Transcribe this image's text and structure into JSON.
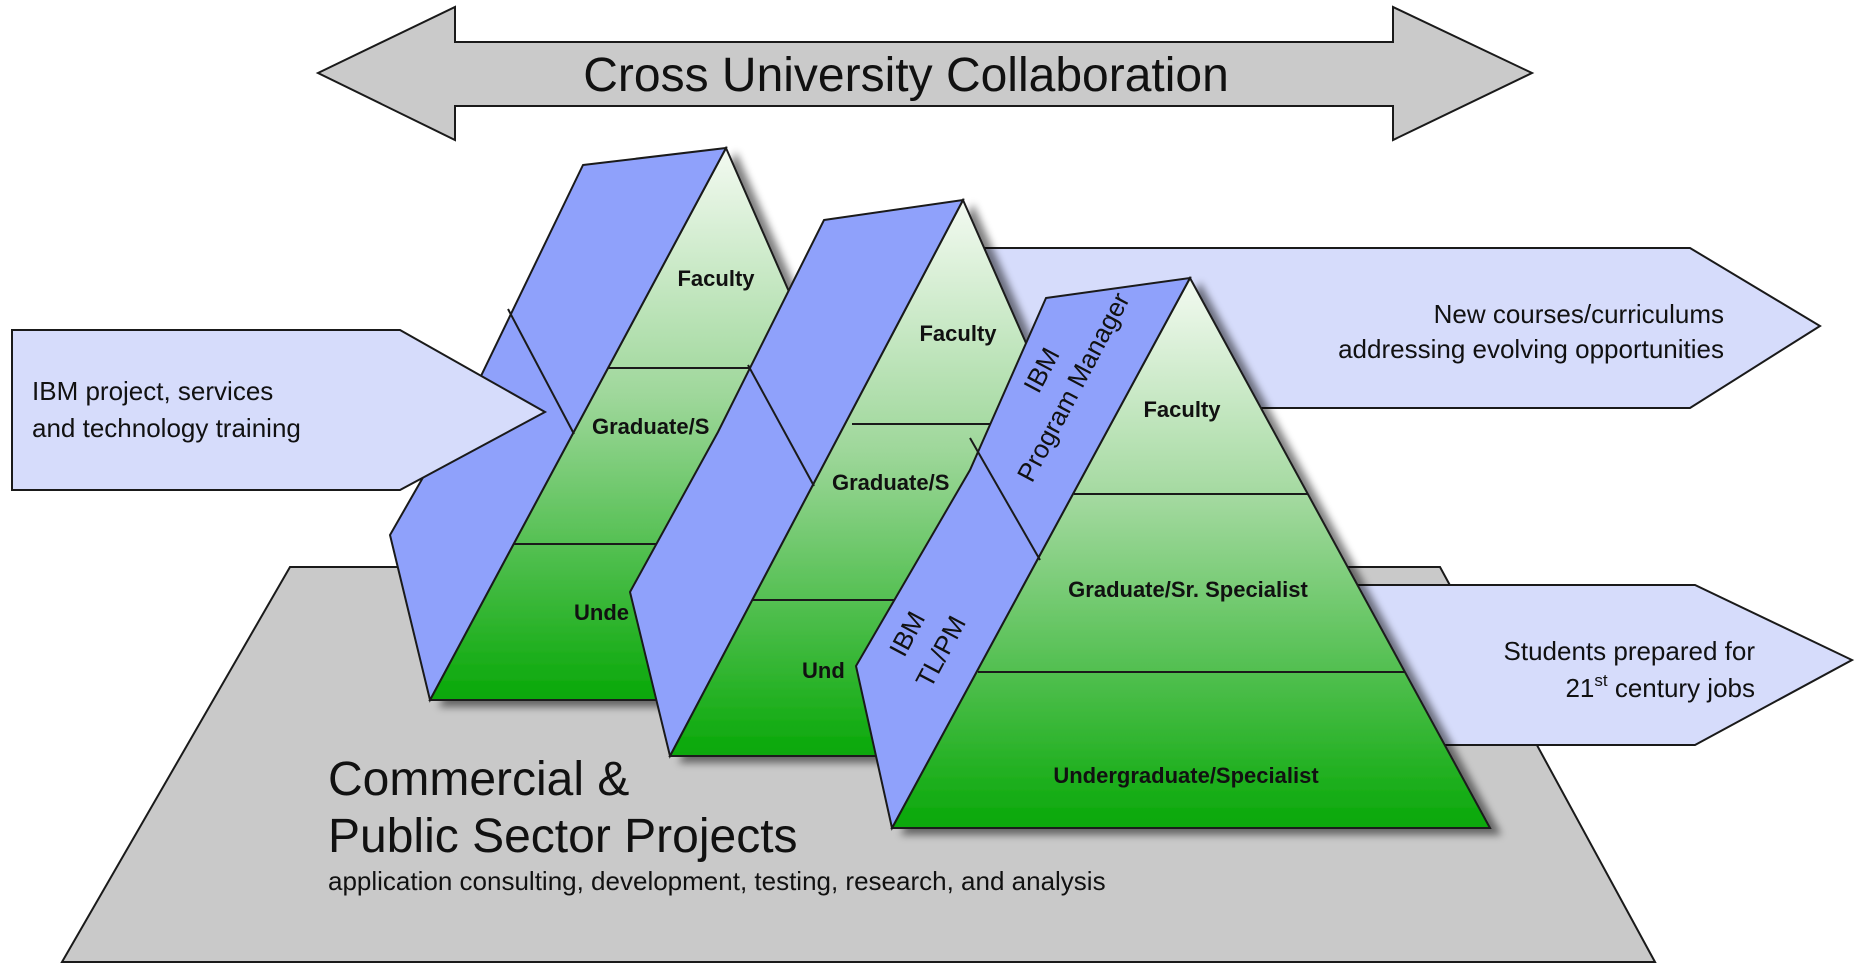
{
  "top_arrow": {
    "label": "Cross University Collaboration"
  },
  "base": {
    "title_line1": "Commercial &",
    "title_line2": "Public Sector Projects",
    "subtitle": "application consulting, development, testing, research, and analysis"
  },
  "left_input": {
    "line1": "IBM project, services",
    "line2": "and technology training"
  },
  "right_output_top": {
    "line1": "New courses/curriculums",
    "line2": "addressing evolving opportunities"
  },
  "right_output_bottom": {
    "line1": "Students prepared for",
    "line2_prefix": "21",
    "line2_sup": "st",
    "line2_suffix": " century jobs"
  },
  "pyramid_back": {
    "tier_top": "Faculty",
    "tier_mid": "Graduate/S",
    "tier_bottom": "Unde"
  },
  "pyramid_middle": {
    "tier_top": "Faculty",
    "tier_mid": "Graduate/S",
    "tier_bottom": "Und"
  },
  "pyramid_front": {
    "tier_top": "Faculty",
    "tier_mid": "Graduate/Sr. Specialist",
    "tier_bottom": "Undergraduate/Specialist",
    "panel_upper_line1": "IBM",
    "panel_upper_line2": "Program Manager",
    "panel_lower_line1": "IBM",
    "panel_lower_line2": "TL/PM"
  },
  "colors": {
    "panel_blue": "#8fa1fb",
    "arrow_fill": "#d6dcfb",
    "base_gray": "#c9c9c9",
    "pyramid_top": "#f3faf1",
    "pyramid_bottom": "#08a808"
  }
}
